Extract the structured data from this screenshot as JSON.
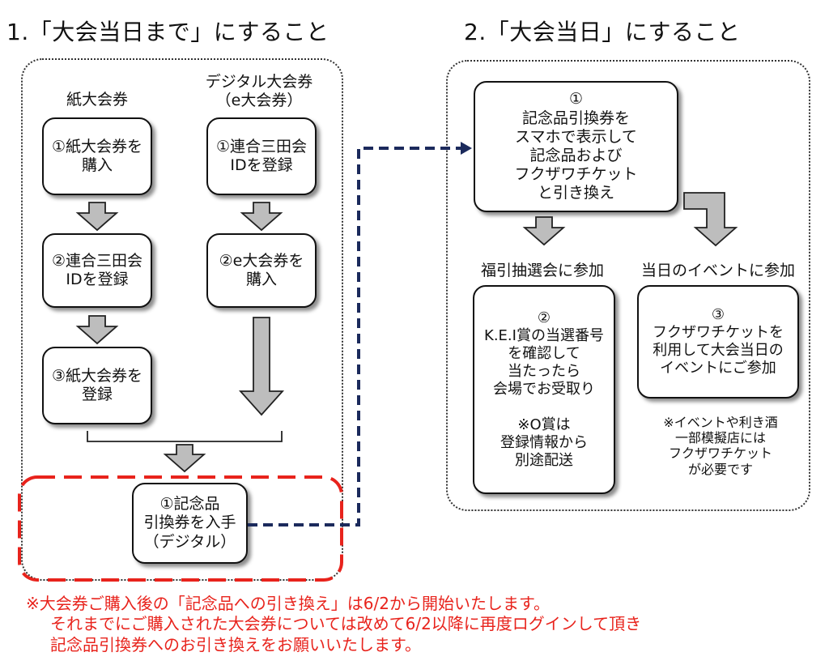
{
  "section1": {
    "title": "1.「大会当日まで」にすること",
    "paper_column": {
      "header": "紙大会券",
      "steps": [
        [
          "①紙大会券を",
          "購入"
        ],
        [
          "②連合三田会",
          "IDを登録"
        ],
        [
          "③紙大会券を",
          "登録"
        ]
      ]
    },
    "digital_column": {
      "header_lines": [
        "デジタル大会券",
        "（e大会券）"
      ],
      "steps": [
        [
          "①連合三田会",
          "IDを登録"
        ],
        [
          "②e大会券を",
          "購入"
        ]
      ]
    },
    "result_box": [
      "①記念品",
      "引換券を入手",
      "（デジタル）"
    ]
  },
  "section2": {
    "title": "2.「大会当日」にすること",
    "top_box": [
      "①",
      "記念品引換券を",
      "スマホで表示して",
      "記念品および",
      "フクザワチケット",
      "と引き換え"
    ],
    "left_label": "福引抽選会に参加",
    "right_label": "当日のイベントに参加",
    "left_box": [
      "②",
      "K.E.I賞の当選番号",
      "を確認して",
      "当たったら",
      "会場でお受取り",
      "",
      "※O賞は",
      "登録情報から",
      "別途配送"
    ],
    "right_box": [
      "③",
      "フクザワチケットを",
      "利用して大会当日の",
      "イベントにご参加"
    ],
    "right_note": [
      "※イベントや利き酒",
      "一部模擬店には",
      "フクザワチケット",
      "が必要です"
    ]
  },
  "footnote": [
    "※大会券ご購入後の「記念品への引き換え」は6/2から開始いたします。",
    "それまでにご購入された大会券については改めて6/2以降に再度ログインして頂き",
    "記念品引換券へのお引き換えをお願いいたします。"
  ],
  "colors": {
    "arrow_fill": "#bdbdbd",
    "connector_navy": "#1b2a5c",
    "highlight_red": "#e8231c"
  }
}
